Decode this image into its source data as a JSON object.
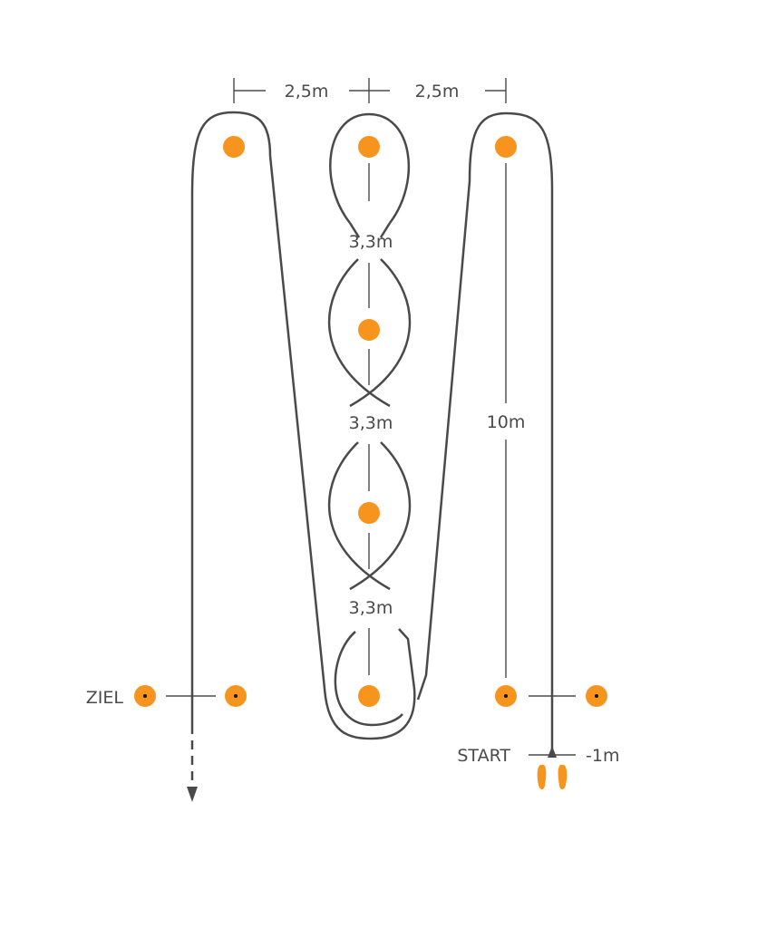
{
  "colors": {
    "cone": "#f7941d",
    "line": "#4a4a4a"
  },
  "labels": {
    "spacing_left": "2,5m",
    "spacing_right": "2,5m",
    "gap1": "3,3m",
    "gap2": "3,3m",
    "gap3": "3,3m",
    "length": "10m",
    "finish": "ZIEL",
    "start": "START",
    "start_offset": "-1m"
  },
  "icons": {
    "feet": "footprints-icon",
    "cone": "cone-marker-icon"
  }
}
